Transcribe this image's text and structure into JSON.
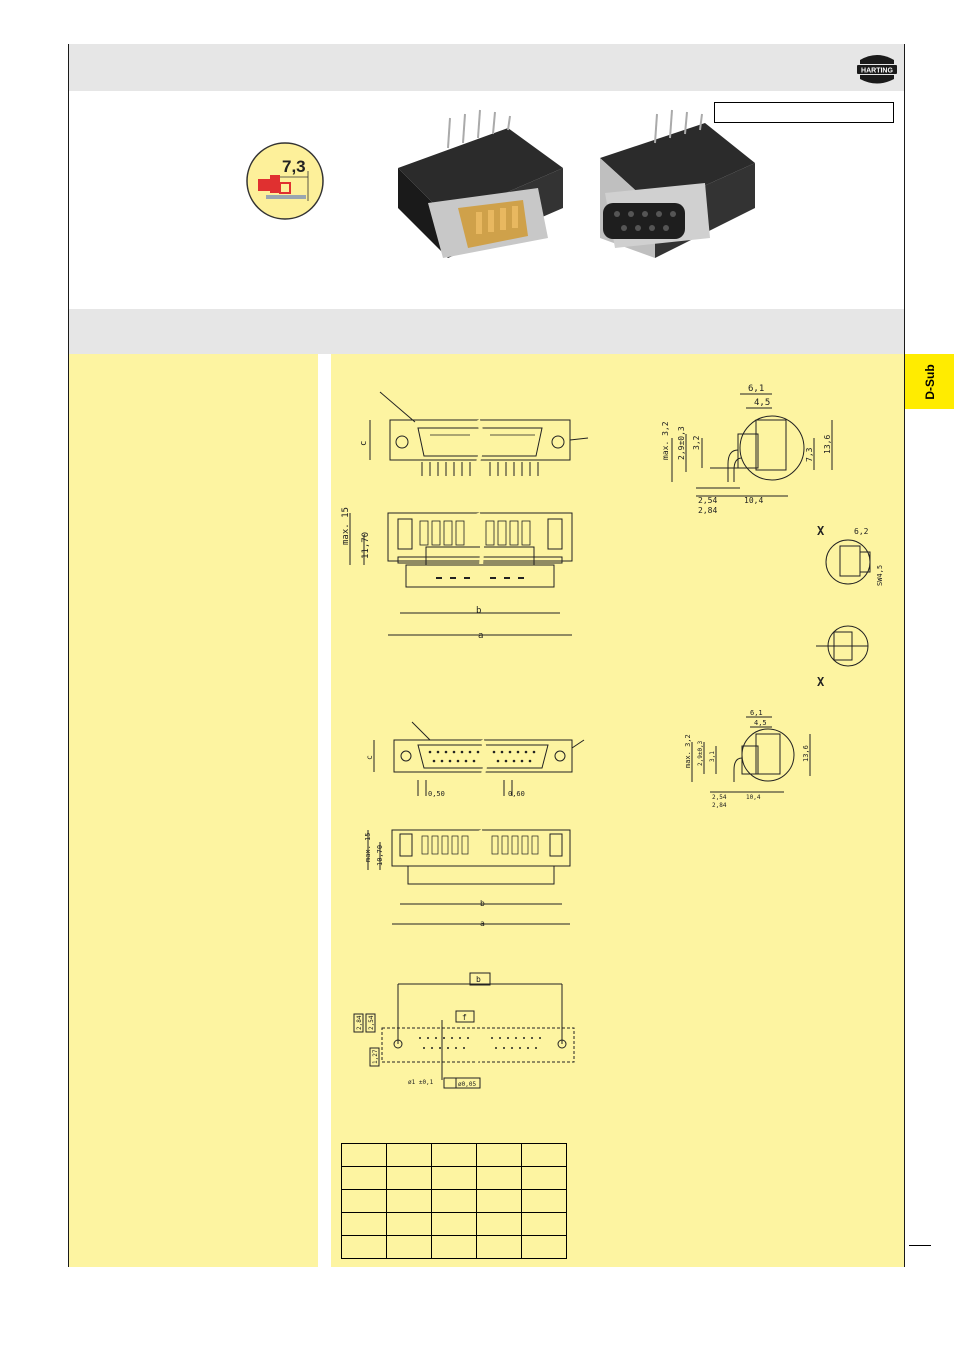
{
  "brand": {
    "logo_text": "HARTING"
  },
  "side_tab": {
    "label": "D-Sub",
    "color": "#ffec00"
  },
  "badge": {
    "value": "7,3"
  },
  "colors": {
    "band": "#e6e6e6",
    "panel": "#fdf4a1",
    "tab": "#ffec00",
    "badge": "#fdf09a"
  },
  "drawing_15pin": {
    "dims": {
      "c": "c",
      "max15": "max. 15",
      "h1170": "11,70",
      "b": "b",
      "a": "a",
      "d61": "6,1",
      "d45": "4,5",
      "dmax32": "max. 3,2",
      "d29": "2,9±0,3",
      "d32": "3,2",
      "d73": "7,3",
      "d136": "13,6",
      "d254": "2,54",
      "d284": "2,84",
      "d104": "10,4",
      "d62": "6,2",
      "sw45": "SW4,5",
      "x1": "X",
      "x2": "X"
    }
  },
  "drawing_25pin": {
    "dims": {
      "c": "c",
      "p050a": "0,50",
      "p050b": "0,60",
      "max15": "max. 15",
      "h1070": "10,70",
      "b": "b",
      "a": "a",
      "d61": "6,1",
      "d45": "4,5",
      "dmax32": "max. 3,2",
      "d29": "2,9±0,3",
      "d31": "3,1",
      "d136": "13,6",
      "d254": "2,54",
      "d284": "2,84",
      "d104": "10,4"
    }
  },
  "pcb_layout": {
    "dims": {
      "b": "b",
      "f": "f",
      "d284": "2,84",
      "d254": "2,54",
      "d127": "1,27",
      "hole": "ø1 ±0,1",
      "tol": "ø0,05"
    }
  },
  "table": {
    "rows": 5,
    "cols": 5
  }
}
